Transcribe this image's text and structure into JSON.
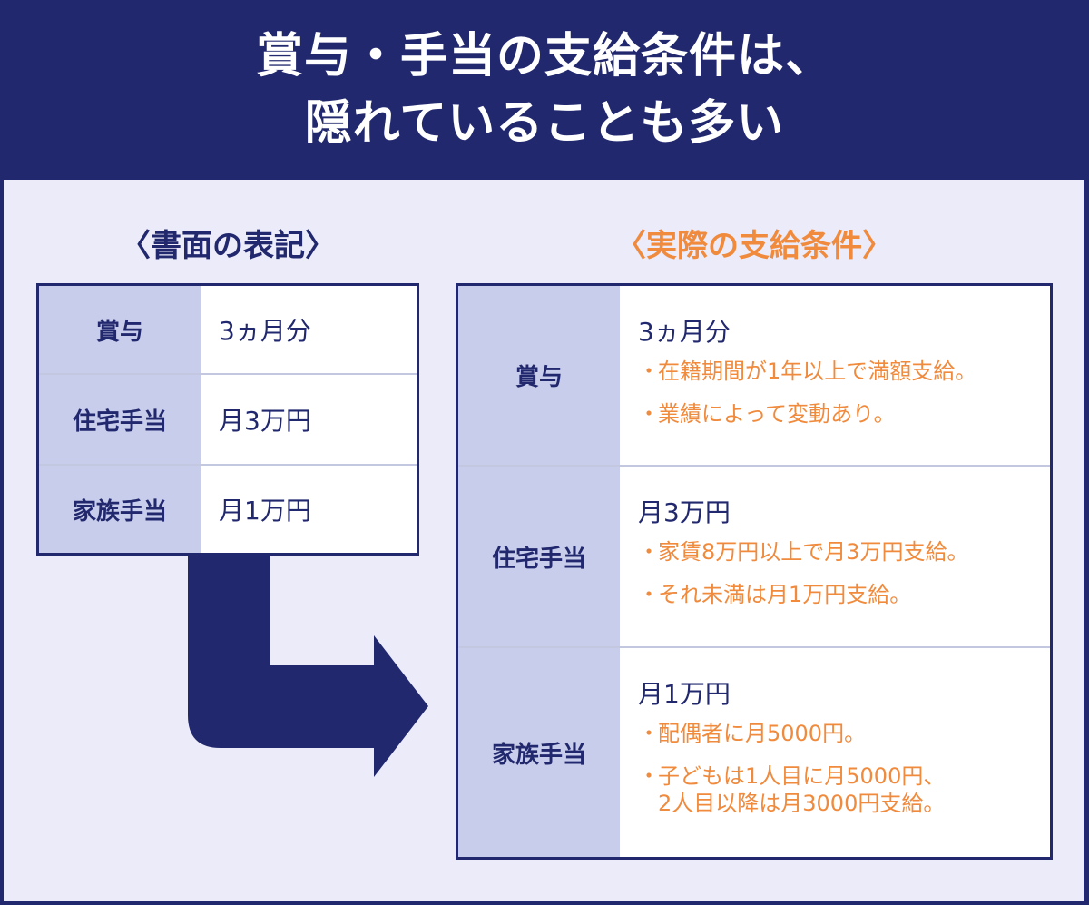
{
  "title": {
    "line1": "賞与・手当の支給条件は、",
    "line2": "隠れていることも多い"
  },
  "left": {
    "heading": "〈書面の表記〉",
    "rows": [
      {
        "label": "賞与",
        "value": "3ヵ月分"
      },
      {
        "label": "住宅手当",
        "value": "月3万円"
      },
      {
        "label": "家族手当",
        "value": "月1万円"
      }
    ]
  },
  "right": {
    "heading": "〈実際の支給条件〉",
    "bullet": "・",
    "rows": [
      {
        "label": "賞与",
        "amount": "3ヵ月分",
        "notes": [
          "在籍期間が1年以上で満額支給。",
          "業績によって変動あり。"
        ]
      },
      {
        "label": "住宅手当",
        "amount": "月3万円",
        "notes": [
          "家賃8万円以上で月3万円支給。",
          "それ未満は月1万円支給。"
        ]
      },
      {
        "label": "家族手当",
        "amount": "月1万円",
        "notes": [
          "配偶者に月5000円。"
        ],
        "note_multiline": [
          "子どもは1人目に月5000円、",
          "2人目以降は月3000円支給。"
        ]
      }
    ]
  },
  "colors": {
    "navy": "#21286e",
    "orange": "#f08a3c",
    "label_bg": "#c8cdeb",
    "panel_bg": "#ebebf9"
  },
  "connector": {
    "icon": "elbow-arrow-icon"
  }
}
